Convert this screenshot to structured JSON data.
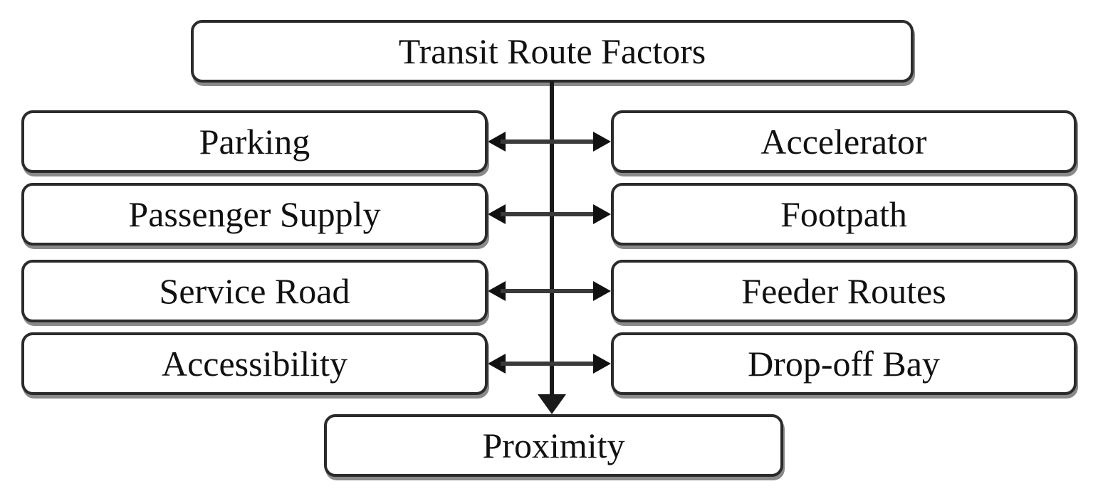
{
  "diagram": {
    "title": "Transit Route Factors",
    "bottom_node": "Proximity",
    "rows": [
      {
        "left": "Parking",
        "right": "Accelerator"
      },
      {
        "left": "Passenger Supply",
        "right": "Footpath"
      },
      {
        "left": "Service Road",
        "right": "Feeder Routes"
      },
      {
        "left": "Accessibility",
        "right": "Drop-off Bay"
      }
    ],
    "connectors": {
      "center": "vertical arrow from Transit Route Factors down to Proximity",
      "rows": "double-headed horizontal arrows between left and right boxes"
    },
    "colors": {
      "background": "#ffffff",
      "node_fill": "#ffffff",
      "node_border": "#2b2b2b",
      "node_shadow": "#8a8a8a",
      "line": "#1a1a1a",
      "text": "#111111"
    }
  }
}
